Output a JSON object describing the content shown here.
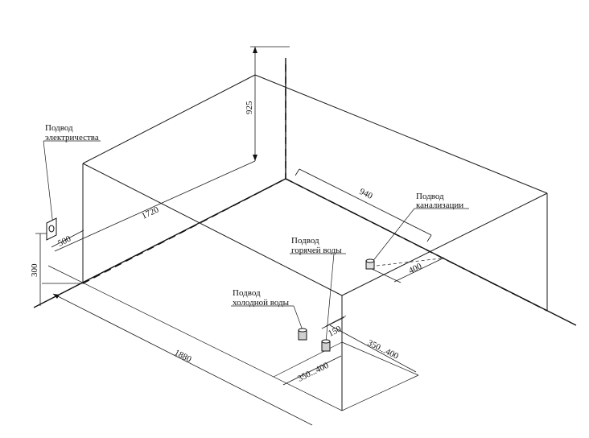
{
  "labels": {
    "electric_1": "Подвод",
    "electric_2": "электричества",
    "drain_1": "Подвод",
    "drain_2": "канализации",
    "hot_1": "Подвод",
    "hot_2": "горячей воды",
    "cold_1": "Подвод",
    "cold_2": "холодной воды"
  },
  "dimensions": {
    "height_925": "925",
    "length_1720": "1720",
    "width_500": "500",
    "height_300": "300",
    "drain_940": "940",
    "drain_400": "400",
    "spacing_150": "150",
    "range_350_400_right": "350...400",
    "range_350_400_left": "350...400",
    "length_1880": "1880"
  }
}
